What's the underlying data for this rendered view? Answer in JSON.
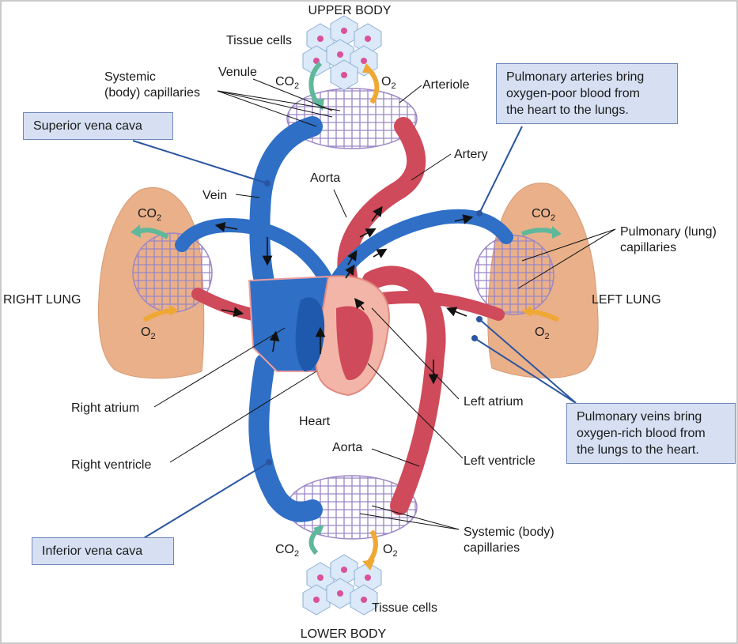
{
  "labels": {
    "upper_body": "UPPER BODY",
    "lower_body": "LOWER BODY",
    "right_lung": "RIGHT LUNG",
    "left_lung": "LEFT LUNG",
    "tissue_cells_top": "Tissue cells",
    "tissue_cells_bottom": "Tissue cells",
    "systemic_top": [
      "Systemic",
      "(body) capillaries"
    ],
    "systemic_bottom": [
      "Systemic (body)",
      "capillaries"
    ],
    "venule": "Venule",
    "arteriole": "Arteriole",
    "artery": "Artery",
    "aorta_top": "Aorta",
    "aorta_bottom": "Aorta",
    "vein": "Vein",
    "pulmonary_capillaries": [
      "Pulmonary (lung)",
      "capillaries"
    ],
    "right_atrium": "Right atrium",
    "right_ventricle": "Right ventricle",
    "heart": "Heart",
    "left_atrium": "Left atrium",
    "left_ventricle": "Left ventricle"
  },
  "gas": {
    "co2": "CO",
    "o2": "O",
    "sub": "2"
  },
  "callouts": {
    "superior_vena_cava": [
      "Superior vena cava"
    ],
    "pulmonary_arteries": [
      "Pulmonary arteries bring",
      "oxygen-poor blood from",
      "the heart to the lungs."
    ],
    "pulmonary_veins": [
      "Pulmonary veins bring",
      "oxygen-rich blood from",
      "the lungs to the heart."
    ],
    "inferior_vena_cava": [
      "Inferior vena cava"
    ]
  },
  "colors": {
    "vein_blue": "#2f6fc6",
    "artery_red": "#cf4a5a",
    "lung": "#e9b089",
    "capillary": "#9b86c6",
    "callout_fill": "#d6e0f2",
    "callout_line": "#2b55a0",
    "o2_arrow": "#f0a834",
    "co2_arrow": "#5fb89a"
  }
}
